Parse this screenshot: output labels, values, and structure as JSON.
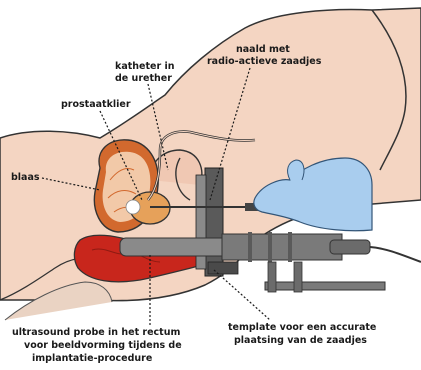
{
  "labels": {
    "needle": [
      "naald met",
      "radio-actieve zaadjes"
    ],
    "catheter": [
      "katheter in",
      "de urether"
    ],
    "prostate": "prostaatklier",
    "bladder": "blaas",
    "probe": [
      "ultrasound probe in het rectum",
      "voor beeldvorming tijdens de",
      "implantatie-procedure"
    ],
    "template": [
      "template voor een accurate",
      "plaatsing van de zaadjes"
    ]
  },
  "colors": {
    "skin": "#f4d5c2",
    "skin_outline": "#333333",
    "bladder_outer": "#d2692e",
    "bladder_inner": "#f2c9a8",
    "rectum": "#c8261c",
    "glove": "#a9cdee",
    "device": "#6b6b6b",
    "device_dark": "#3b3b3b"
  }
}
